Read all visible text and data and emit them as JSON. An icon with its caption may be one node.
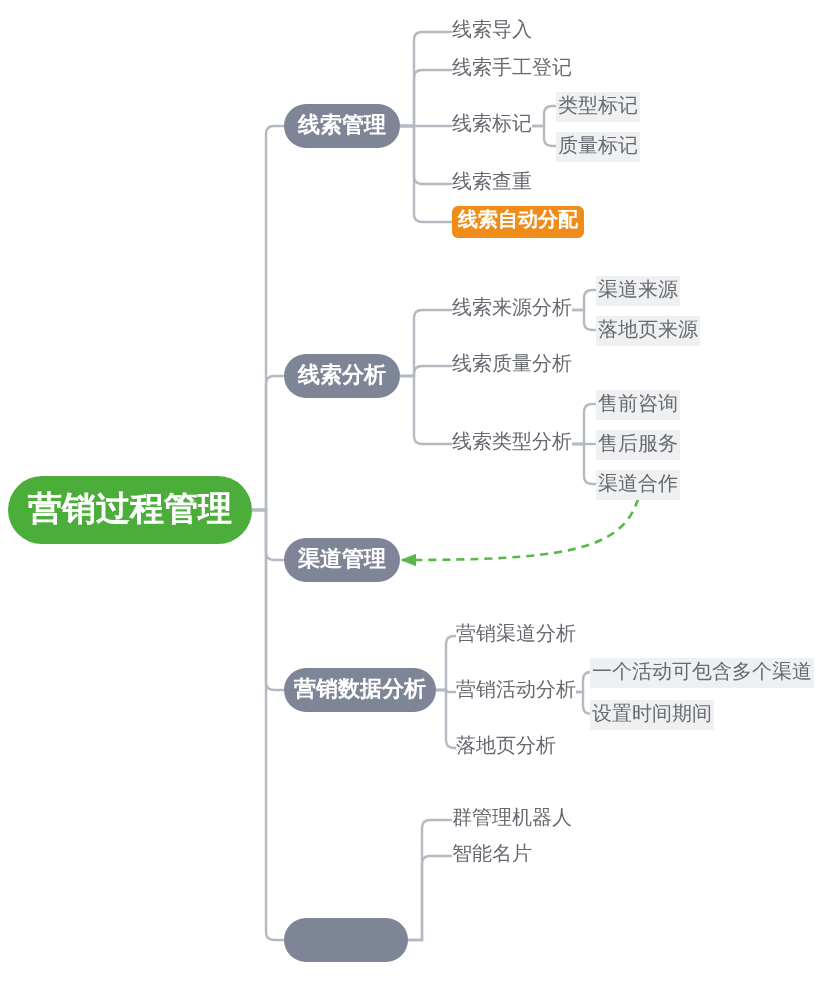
{
  "diagram": {
    "nodes": [
      {
        "text": [
          "营销过程管理"
        ]
      },
      {
        "text": [
          "线索管理"
        ]
      },
      {
        "text": [
          "线索导入"
        ]
      },
      {
        "text": [
          "线索手工登记"
        ]
      },
      {
        "text": [
          "线索标记"
        ]
      },
      {
        "text": [
          "类型标记"
        ]
      },
      {
        "text": [
          "质量标记"
        ]
      },
      {
        "text": [
          "线索查重"
        ]
      },
      {
        "text": [
          "线索自动分配"
        ]
      },
      {
        "text": [
          "线索分析"
        ]
      },
      {
        "text": [
          "线索来源分析"
        ]
      },
      {
        "text": [
          "渠道来源"
        ]
      },
      {
        "text": [
          "落地页来源"
        ]
      },
      {
        "text": [
          "线索质量分析"
        ]
      },
      {
        "text": [
          "线索类型分析"
        ]
      },
      {
        "text": [
          "售前咨询"
        ]
      },
      {
        "text": [
          "售后服务"
        ]
      },
      {
        "text": [
          "渠道合作"
        ]
      },
      {
        "text": [
          "渠道管理"
        ]
      },
      {
        "text": [
          "营销数据分析"
        ]
      },
      {
        "text": [
          "营销渠道分析"
        ]
      },
      {
        "text": [
          "营销活动分析"
        ]
      },
      {
        "text": [
          "一个活动可包含多个渠道"
        ]
      },
      {
        "text": [
          "设置时间期间"
        ]
      },
      {
        "text": [
          "落地页分析"
        ]
      },
      {
        "text": [],
        "shape": "box"
      },
      {
        "text": [
          "群管理机器人"
        ]
      },
      {
        "text": [
          "智能名片"
        ]
      }
    ],
    "edges": [
      {
        "from": 0,
        "to": 1,
        "arrow": "none"
      },
      {
        "from": 0,
        "to": 9,
        "arrow": "none"
      },
      {
        "from": 0,
        "to": 18,
        "arrow": "none"
      },
      {
        "from": 0,
        "to": 19,
        "arrow": "none"
      },
      {
        "from": 0,
        "to": 25,
        "arrow": "none"
      },
      {
        "from": 1,
        "to": 2,
        "arrow": "none"
      },
      {
        "from": 1,
        "to": 3,
        "arrow": "none"
      },
      {
        "from": 1,
        "to": 4,
        "arrow": "none"
      },
      {
        "from": 1,
        "to": 7,
        "arrow": "none"
      },
      {
        "from": 1,
        "to": 8,
        "arrow": "none"
      },
      {
        "from": 4,
        "to": 5,
        "arrow": "none"
      },
      {
        "from": 4,
        "to": 6,
        "arrow": "none"
      },
      {
        "from": 9,
        "to": 10,
        "arrow": "none"
      },
      {
        "from": 9,
        "to": 13,
        "arrow": "none"
      },
      {
        "from": 9,
        "to": 14,
        "arrow": "none"
      },
      {
        "from": 10,
        "to": 11,
        "arrow": "none"
      },
      {
        "from": 10,
        "to": 12,
        "arrow": "none"
      },
      {
        "from": 14,
        "to": 15,
        "arrow": "none"
      },
      {
        "from": 14,
        "to": 16,
        "arrow": "none"
      },
      {
        "from": 14,
        "to": 17,
        "arrow": "none"
      },
      {
        "from": 17,
        "to": 18,
        "arrow": "to",
        "style": "dashed",
        "color": "#5bb74a"
      },
      {
        "from": 19,
        "to": 20,
        "arrow": "none"
      },
      {
        "from": 19,
        "to": 21,
        "arrow": "none"
      },
      {
        "from": 19,
        "to": 24,
        "arrow": "none"
      },
      {
        "from": 21,
        "to": 22,
        "arrow": "none"
      },
      {
        "from": 21,
        "to": 23,
        "arrow": "none"
      },
      {
        "from": 25,
        "to": 26,
        "arrow": "none"
      },
      {
        "from": 25,
        "to": 27,
        "arrow": "none"
      }
    ]
  }
}
